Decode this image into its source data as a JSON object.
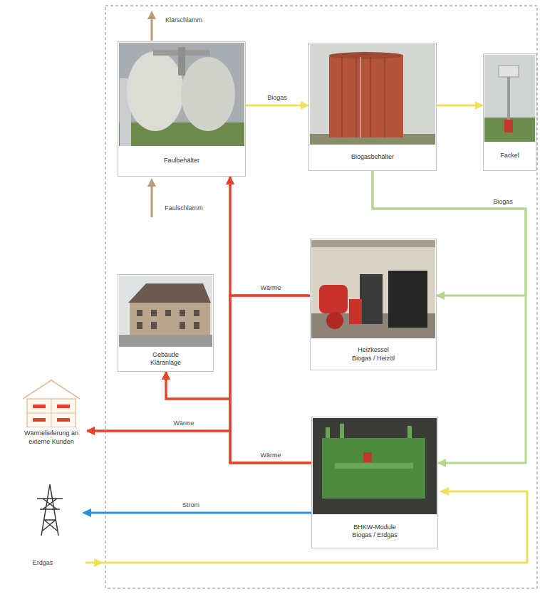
{
  "diagram": {
    "nodes": [
      {
        "text": [
          "Faulbehälter"
        ]
      },
      {
        "text": [
          "Biogasbehälter"
        ]
      },
      {
        "text": [
          "Fackel"
        ]
      },
      {
        "text": [
          "Heizkessel",
          "Biogas / Heizöl"
        ]
      },
      {
        "text": [
          "Gebäude Kläranlage"
        ]
      },
      {
        "text": [
          "Wärmelieferung an externe Kunden"
        ]
      },
      {
        "text": [
          "BHKW-Module",
          "Biogas / Erdgas"
        ]
      }
    ],
    "edges": [
      {
        "from": 0,
        "to": 1,
        "label": "Biogas",
        "arrow": "to"
      },
      {
        "from": 1,
        "to": 2,
        "arrow": "to"
      },
      {
        "from": 1,
        "to": 3,
        "label": "Biogas",
        "arrow": "to"
      },
      {
        "from": 1,
        "to": 6,
        "arrow": "to"
      },
      {
        "from": 3,
        "to": 0,
        "label": "Wärme",
        "arrow": "to"
      },
      {
        "from": 3,
        "to": 4,
        "arrow": "to"
      },
      {
        "from": 3,
        "to": 5,
        "arrow": "to"
      },
      {
        "from": 6,
        "to": 0,
        "label": "Wärme",
        "arrow": "to"
      },
      {
        "from": 6,
        "to": 4,
        "arrow": "to"
      },
      {
        "from": 6,
        "to": 5,
        "label": "Wärme",
        "arrow": "to"
      }
    ],
    "labels": [
      "Klärschlamm",
      "Faulschlamm",
      "Strom",
      "Erdgas"
    ]
  }
}
